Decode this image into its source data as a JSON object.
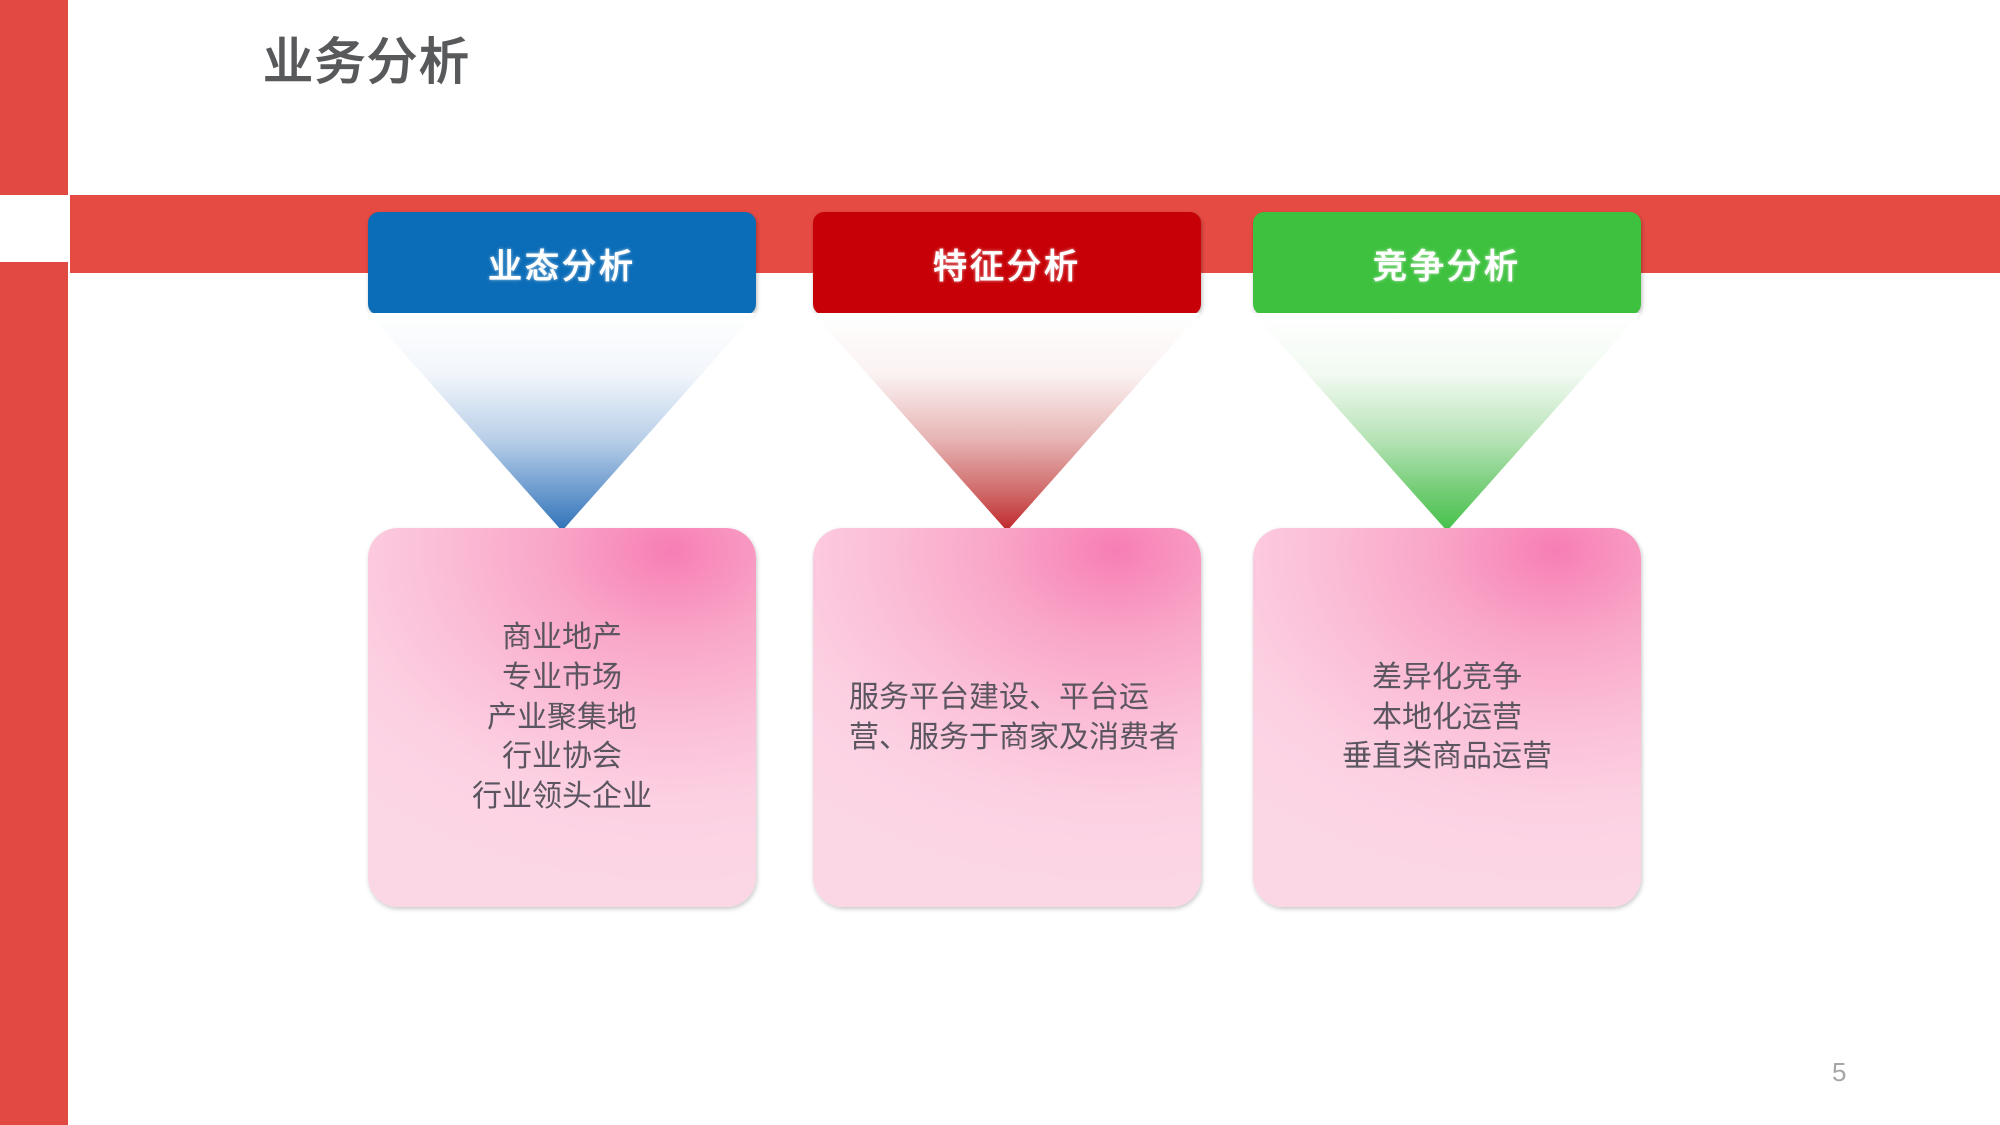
{
  "slide": {
    "title": "业务分析",
    "page_number": "5",
    "background_color": "#ffffff"
  },
  "decor": {
    "accent_color": "#e64b43",
    "left_bar_name": "left-red-bar",
    "band_name": "horizontal-red-band"
  },
  "columns": [
    {
      "id": "col-1",
      "header": {
        "label": "业态分析",
        "color": "#0b6cb7"
      },
      "arrow": {
        "gradient_from": "#ffffff",
        "gradient_to": "#2f72b8",
        "direction": "down"
      },
      "body": {
        "text": "商业地产\n专业市场\n产业聚集地\n行业协会\n行业领头企业",
        "align": "center",
        "fill_from": "#f77eb4",
        "fill_to": "#fbd6e5"
      }
    },
    {
      "id": "col-2",
      "header": {
        "label": "特征分析",
        "color": "#c60006"
      },
      "arrow": {
        "gradient_from": "#ffffff",
        "gradient_to": "#c0282a",
        "direction": "down"
      },
      "body": {
        "text": "服务平台建设、平台运营、服务于商家及消费者",
        "align": "left",
        "fill_from": "#f77eb4",
        "fill_to": "#fbd6e5"
      }
    },
    {
      "id": "col-3",
      "header": {
        "label": "竞争分析",
        "color": "#3ec13e"
      },
      "arrow": {
        "gradient_from": "#ffffff",
        "gradient_to": "#46c24a",
        "direction": "down"
      },
      "body": {
        "text": "差异化竞争\n本地化运营\n垂直类商品运营",
        "align": "center",
        "fill_from": "#f77eb4",
        "fill_to": "#fbd6e5"
      }
    }
  ]
}
